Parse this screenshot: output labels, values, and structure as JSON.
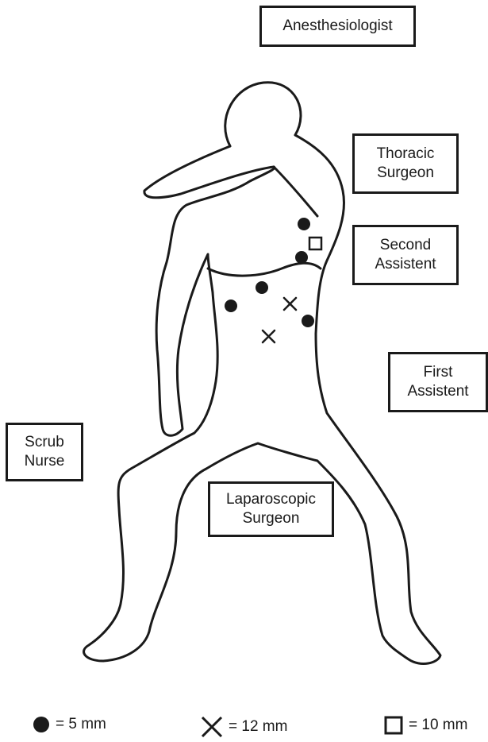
{
  "roles": {
    "anesthesiologist": "Anesthesiologist",
    "thoracic_surgeon": "Thoracic\nSurgeon",
    "second_assistent": "Second\nAssistent",
    "first_assistent": "First\nAssistent",
    "scrub_nurse": "Scrub\nNurse",
    "laparoscopic_surgeon": "Laparoscopic\nSurgeon"
  },
  "legend": {
    "dot_label": "= 5 mm",
    "cross_label": "= 12 mm",
    "square_label": "= 10 mm"
  },
  "marker_icons": {
    "dot": "filled-circle-icon",
    "cross": "x-cross-icon",
    "square": "open-square-icon"
  }
}
